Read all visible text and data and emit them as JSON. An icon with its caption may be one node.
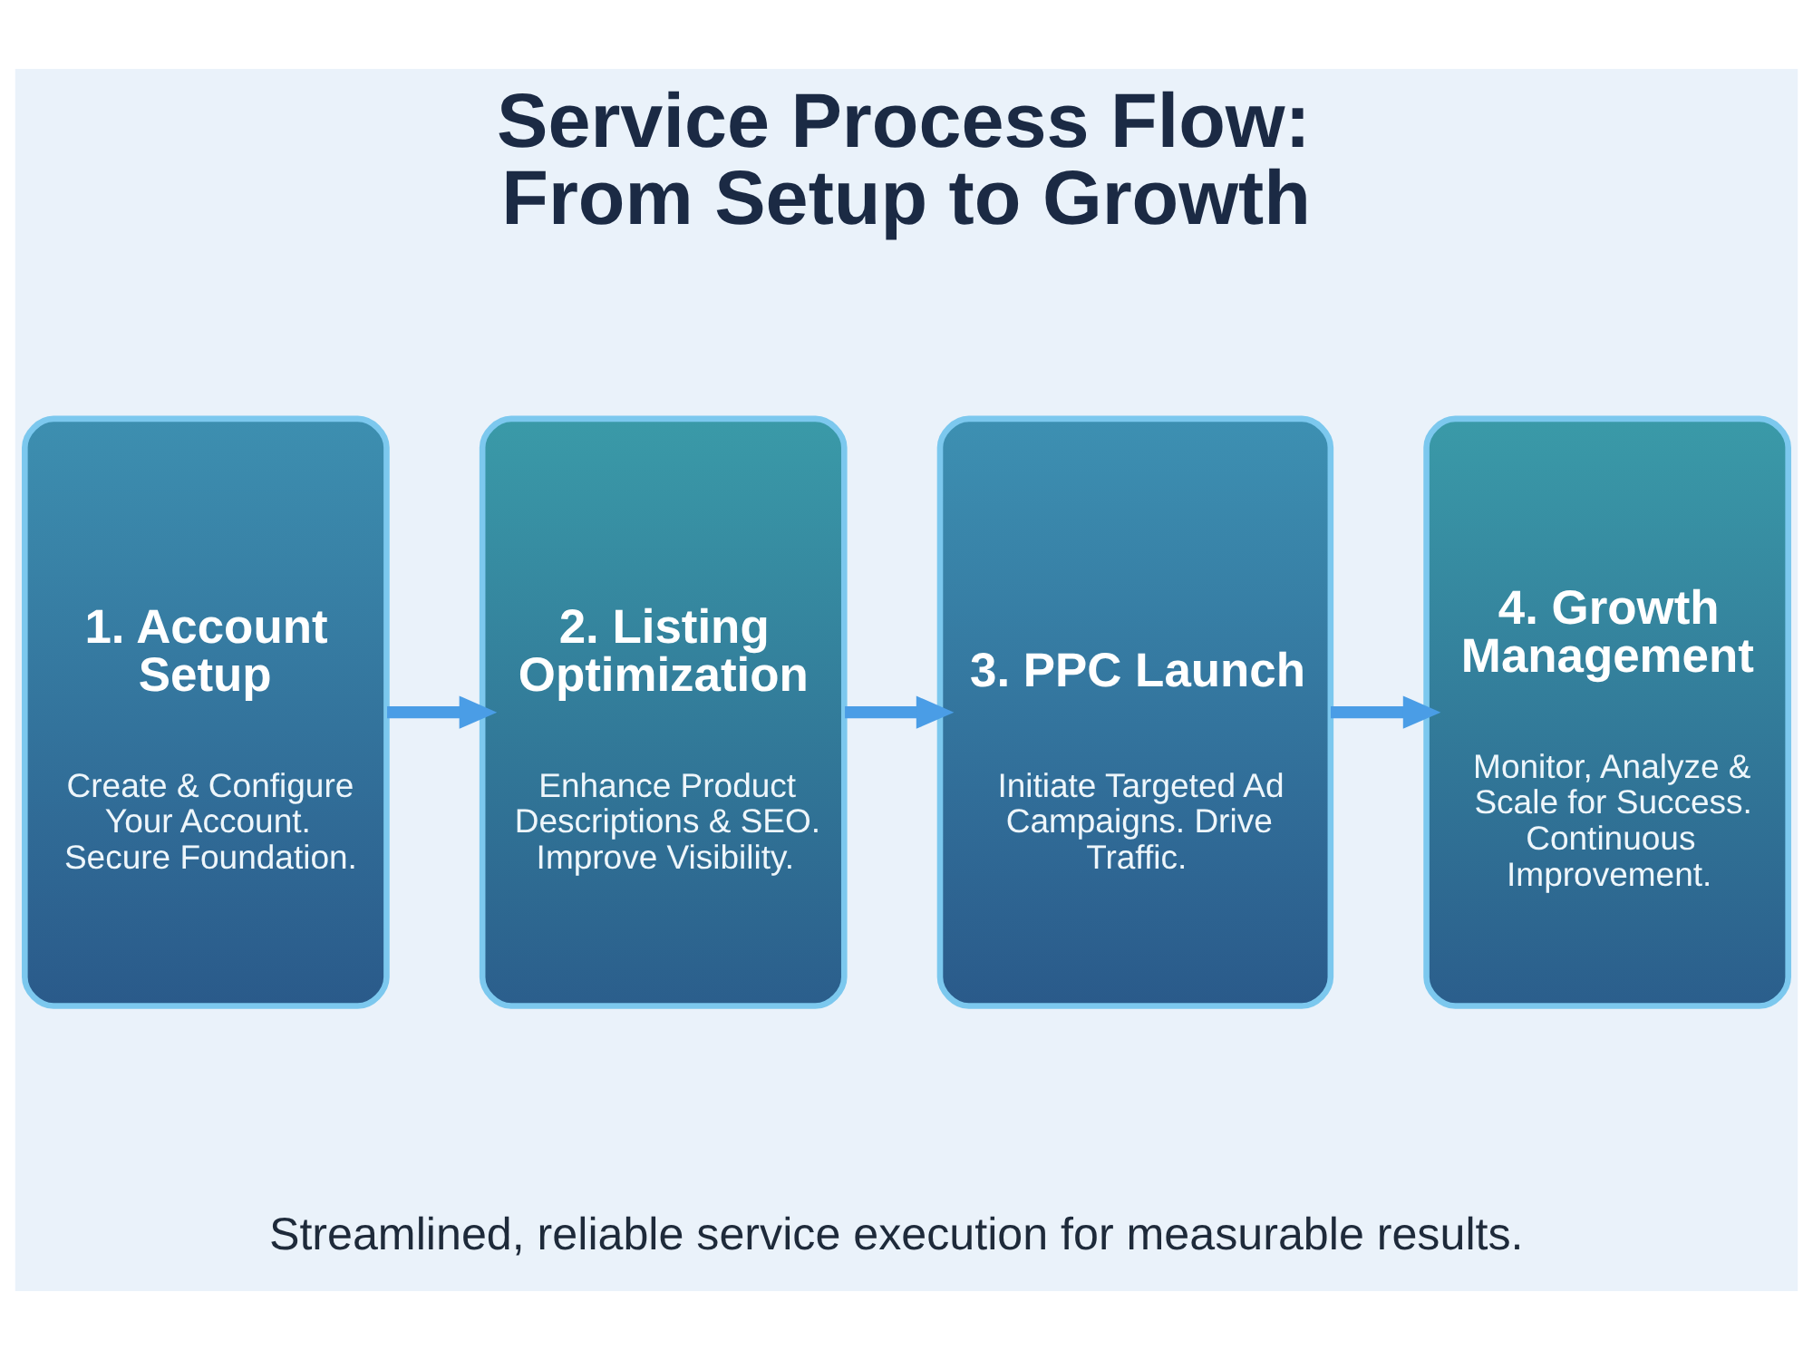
{
  "diagram": {
    "title": "Service Process Flow: From Setup to Growth",
    "caption": "Streamlined, reliable service execution for measurable results.",
    "nodes": [
      {
        "text": [
          "1. Account Setup",
          "Create & Configure Your Account. Secure Foundation."
        ]
      },
      {
        "text": [
          "2. Listing Optimization",
          "Enhance Product Descriptions & SEO. Improve Visibility."
        ]
      },
      {
        "text": [
          "3. PPC Launch",
          "Initiate Targeted Ad Campaigns. Drive Traffic."
        ]
      },
      {
        "text": [
          "4. Growth Management",
          "Monitor, Analyze & Scale for Success. Continuous Improvement."
        ]
      }
    ],
    "edges": [
      {
        "from": 0,
        "to": 1,
        "arrow": "to"
      },
      {
        "from": 1,
        "to": 2,
        "arrow": "to"
      },
      {
        "from": 2,
        "to": 3,
        "arrow": "to"
      }
    ]
  }
}
